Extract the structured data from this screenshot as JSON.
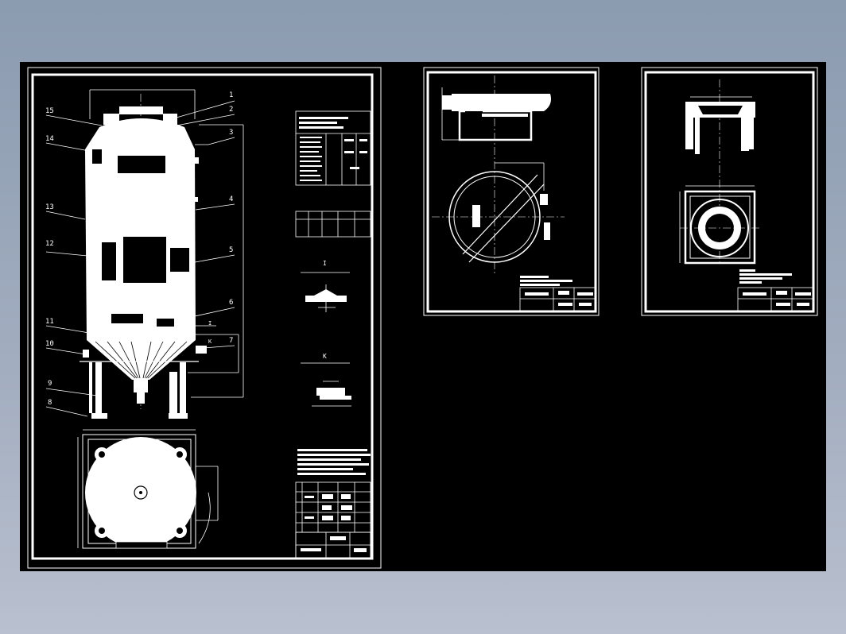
{
  "colors": {
    "viewport_background": "#8b9bb0",
    "model_space": "#000000",
    "line": "#ffffff"
  },
  "sheet1": {
    "balloons": [
      "1",
      "2",
      "3",
      "4",
      "5",
      "6",
      "7",
      "8",
      "9",
      "10",
      "11",
      "12",
      "13",
      "14",
      "15"
    ],
    "section_labels": {
      "i_mark": "I",
      "k_mark": "K",
      "detail_i_title": "I",
      "detail_k_title": "K"
    }
  }
}
